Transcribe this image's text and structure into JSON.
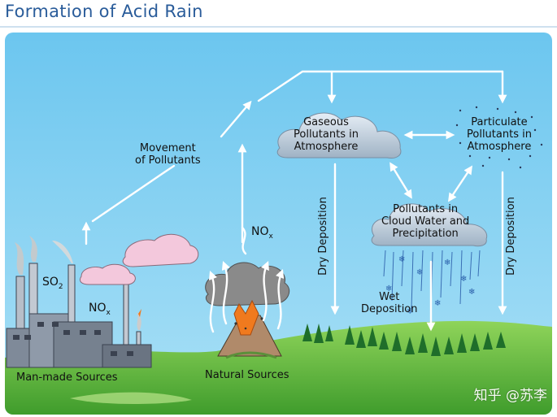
{
  "title": "Formation of Acid Rain",
  "labels": {
    "movement": "Movement\nof Pollutants",
    "gaseous": "Gaseous\nPollutants in\nAtmosphere",
    "particulate": "Particulate\nPollutants in\nAtmosphere",
    "cloud_water": "Pollutants in\nCloud Water and\nPrecipitation",
    "dry_deposition_left": "Dry Deposition",
    "dry_deposition_right": "Dry Deposition",
    "wet_deposition": "Wet\nDeposition",
    "so2_main": "SO",
    "so2_sub": "2",
    "nox_factory_main": "NO",
    "nox_factory_sub": "x",
    "nox_volcano_main": "NO",
    "nox_volcano_sub": "x",
    "man_made": "Man-made Sources",
    "natural": "Natural Sources"
  },
  "watermark": "知乎 @苏李",
  "colors": {
    "sky": "#8ed3f2",
    "ground": "#6cc24a",
    "arrow": "#ffffff",
    "lava": "#f07a1e",
    "title": "#2a5c9a"
  }
}
